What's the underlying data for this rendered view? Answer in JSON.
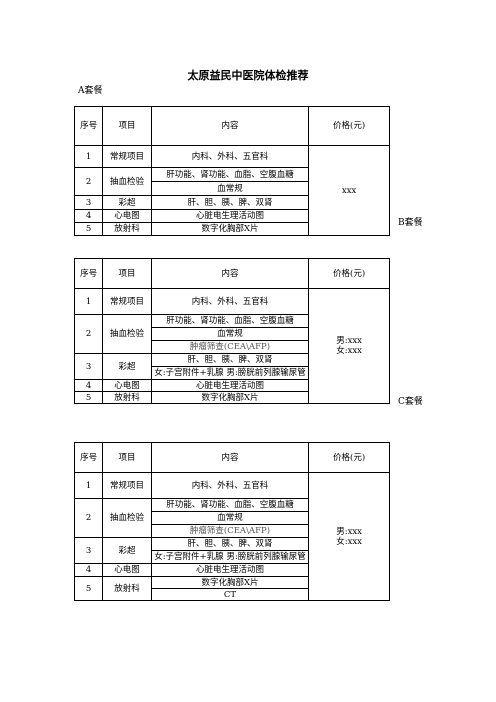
{
  "title": "太原益民中医院体检推荐",
  "package_a_label": "A套餐",
  "package_b_label": "B套餐",
  "package_c_label": "C套餐",
  "headers": {
    "seq": "序号",
    "item": "项目",
    "content": "内容",
    "price": "价格(元)"
  },
  "package_a": {
    "price": "xxx",
    "rows": [
      {
        "seq": "1",
        "item": "常规项目",
        "content": [
          "内科、外科、五官科"
        ]
      },
      {
        "seq": "2",
        "item": "抽血检验",
        "content": [
          "肝功能、肾功能、血脂、空腹血糖",
          "血常规"
        ]
      },
      {
        "seq": "3",
        "item": "彩超",
        "content": [
          "肝、胆、胰、脾、双肾"
        ]
      },
      {
        "seq": "4",
        "item": "心电图",
        "content": [
          "心脏电生理活动图"
        ]
      },
      {
        "seq": "5",
        "item": "放射科",
        "content": [
          "数字化胸部X片"
        ]
      }
    ]
  },
  "package_b": {
    "price_male": "男:xxx",
    "price_female": "女:xxx",
    "rows": [
      {
        "seq": "1",
        "item": "常规项目",
        "content": [
          "内科、外科、五官科"
        ]
      },
      {
        "seq": "2",
        "item": "抽血检验",
        "content": [
          "肝功能、肾功能、血脂、空腹血糖",
          "血常规",
          "肿瘤筛查(CEA\\AFP)"
        ]
      },
      {
        "seq": "3",
        "item": "彩超",
        "content": [
          "肝、胆、胰、脾、双肾",
          "女:子宫附件+乳腺 男:膀胱前列腺输尿管"
        ]
      },
      {
        "seq": "4",
        "item": "心电图",
        "content": [
          "心脏电生理活动图"
        ]
      },
      {
        "seq": "5",
        "item": "放射科",
        "content": [
          "数字化胸部X片"
        ]
      }
    ]
  },
  "package_c": {
    "price_male": "男:xxx",
    "price_female": "女:xxx",
    "rows": [
      {
        "seq": "1",
        "item": "常规项目",
        "content": [
          "内科、外科、五官科"
        ]
      },
      {
        "seq": "2",
        "item": "抽血检验",
        "content": [
          "肝功能、肾功能、血脂、空腹血糖",
          "血常规",
          "肿瘤筛查(CEA\\AFP)"
        ]
      },
      {
        "seq": "3",
        "item": "彩超",
        "content": [
          "肝、胆、胰、脾、双肾",
          "女:子宫附件+乳腺 男:膀胱前列腺输尿管"
        ]
      },
      {
        "seq": "4",
        "item": "心电图",
        "content": [
          "心脏电生理活动图"
        ]
      },
      {
        "seq": "5",
        "item": "放射科",
        "content": [
          "数字化胸部X片",
          "CT"
        ]
      }
    ]
  }
}
